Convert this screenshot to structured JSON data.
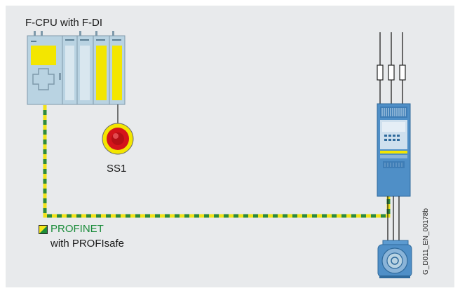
{
  "cpu_label": "F-CPU with F-DI",
  "switch_label": "SS1",
  "network": {
    "name": "PROFINET",
    "subtitle": "with PROFIsafe"
  },
  "doc_id": "G_D011_EN_00178b",
  "colors": {
    "background": "#e8eaec",
    "module_fill": "#b9d3e2",
    "module_yellow": "#f3e600",
    "cable_green": "#2e8b3a",
    "cable_yellow": "#f1e21a",
    "drive_blue": "#4f8fc7",
    "emergency_red": "#d4141b",
    "profinet_text": "#1a8c3a"
  },
  "icons": [
    "plc-cpu-icon",
    "io-module-icon",
    "emergency-stop-icon",
    "frequency-converter-icon",
    "fuse-icon",
    "motor-icon"
  ]
}
